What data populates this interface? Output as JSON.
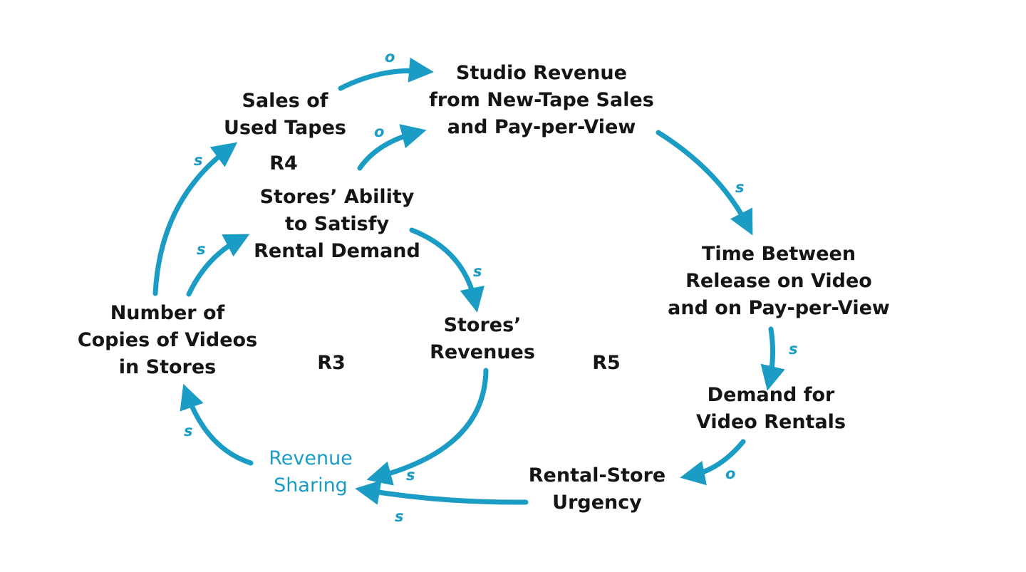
{
  "colors": {
    "accent": "#1a9cc4",
    "text": "#151515"
  },
  "nodes": {
    "sales_used_tapes": [
      "Sales of",
      "Used Tapes"
    ],
    "studio_revenue": [
      "Studio Revenue",
      "from New-Tape Sales",
      "and Pay-per-View"
    ],
    "stores_ability": [
      "Stores’ Ability",
      "to Satisfy",
      "Rental Demand"
    ],
    "time_between": [
      "Time Between",
      "Release on Video",
      "and on Pay-per-View"
    ],
    "number_of_copies": [
      "Number of",
      "Copies of Videos",
      "in Stores"
    ],
    "stores_revenues": [
      "Stores’",
      "Revenues"
    ],
    "demand_rentals": [
      "Demand for",
      "Video Rentals"
    ],
    "rental_urgency": [
      "Rental-Store",
      "Urgency"
    ],
    "revenue_sharing": [
      "Revenue",
      "Sharing"
    ]
  },
  "loops": {
    "r3": "R3",
    "r4": "R4",
    "r5": "R5"
  },
  "polarity": {
    "sales_to_studio": "o",
    "ability_to_studio": "o",
    "studio_to_time": "s",
    "copies_to_sales": "s",
    "copies_to_ability": "s",
    "ability_to_revenues": "s",
    "time_to_demand": "s",
    "demand_to_urgency": "o",
    "sharing_to_copies": "s",
    "revenues_to_sharing": "s",
    "urgency_to_sharing": "s"
  }
}
